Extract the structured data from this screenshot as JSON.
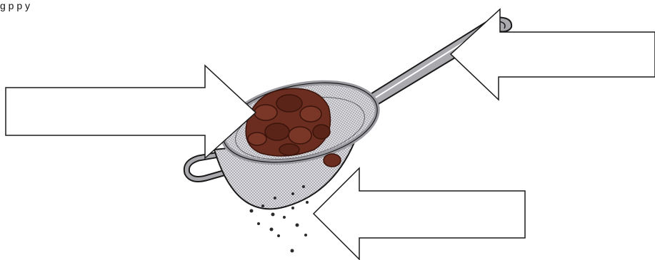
{
  "top_text": "g   p   p   y",
  "colors": {
    "outline": "#1a1a1a",
    "arrow_fill": "#ffffff",
    "metal": "#9a9aa0",
    "metal_dark": "#5b5b60",
    "mesh": "#c9c9ce",
    "raisin": "#6b2d1f",
    "raisin_dark": "#3b140c",
    "dust": "#2b2b2b"
  },
  "arrows": [
    {
      "name": "arrow-left-label-box",
      "direction": "right"
    },
    {
      "name": "arrow-top-right-label-box",
      "direction": "left"
    },
    {
      "name": "arrow-bottom-right-label-box",
      "direction": "left"
    }
  ],
  "icons": [
    "sieve-icon",
    "raisins-icon",
    "falling-particles-icon"
  ]
}
